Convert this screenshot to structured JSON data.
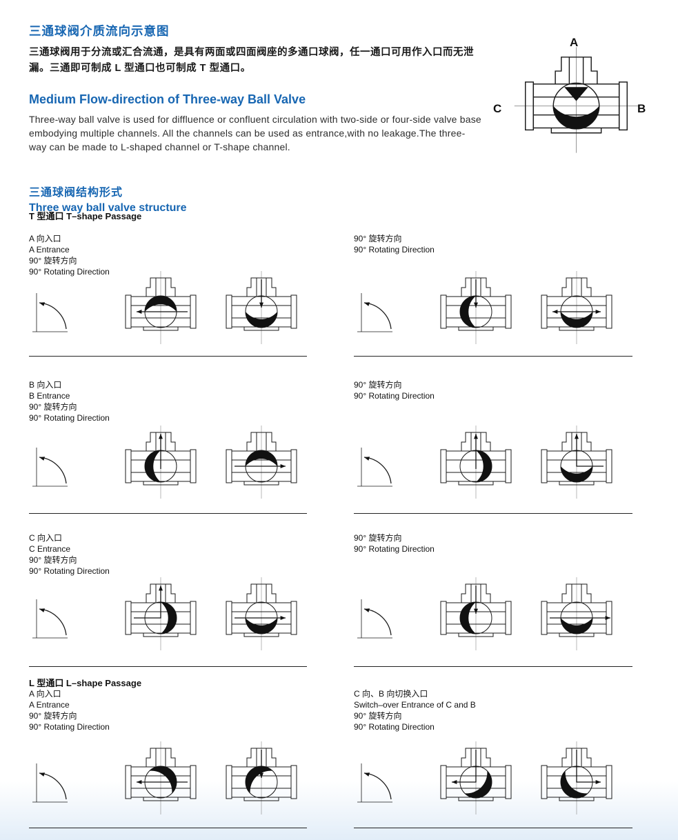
{
  "header": {
    "title_zh": "三通球阀介质流向示意图",
    "intro_zh": "三通球阀用于分流或汇合流通，是具有两面或四面阀座的多通口球阀，任一通口可用作入口而无泄漏。三通即可制成 L 型通口也可制成 T 型通口。",
    "title_en": "Medium Flow-direction of  Three-way Ball Valve",
    "intro_en": "Three-way ball valve is used for diffluence or confluent circulation with two-side or four-side valve base embodying multiple channels. All the channels can be used as entrance,with no leakage.The three-way can be made to L-shaped channel or T-shape channel."
  },
  "overview": {
    "port_top": "A",
    "port_left": "C",
    "port_right": "B"
  },
  "structure": {
    "title_zh": "三通球阀结构形式",
    "title_en": "Three way ball valve structure",
    "t_passage": "T 型通口 T–shape Passage",
    "l_passage": "L 型通口 L–shape Passage"
  },
  "groups": [
    {
      "id": "t-a-entrance",
      "lines": [
        "A 向入口",
        "A Entrance",
        "90°  旋转方向",
        "90°   Rotating Direction"
      ]
    },
    {
      "id": "t-a-rotation",
      "lines": [
        "90°  旋转方向",
        "90°   Rotating Direction"
      ]
    },
    {
      "id": "t-b-entrance",
      "lines": [
        "B 向入口",
        "B Entrance",
        "90°  旋转方向",
        "90°   Rotating Direction"
      ]
    },
    {
      "id": "t-b-rotation",
      "lines": [
        "90°  旋转方向",
        "90°   Rotating Direction"
      ]
    },
    {
      "id": "t-c-entrance",
      "lines": [
        "C 向入口",
        "C Entrance",
        "90°  旋转方向",
        "90°   Rotating Direction"
      ]
    },
    {
      "id": "t-c-rotation",
      "lines": [
        "90°  旋转方向",
        "90°   Rotating Direction"
      ]
    },
    {
      "id": "l-a-entrance",
      "lines": [
        "A 向入口",
        "A Entrance",
        "90°  旋转方向",
        "90°   Rotating Direction"
      ]
    },
    {
      "id": "l-switch-over",
      "lines": [
        "C 向、B 向切换入口",
        "Switch–over Entrance of C and B",
        "90°  旋转方向",
        "90°   Rotating Direction"
      ]
    }
  ],
  "colors": {
    "accent": "#1766b2",
    "ink": "#1a1a1a"
  }
}
